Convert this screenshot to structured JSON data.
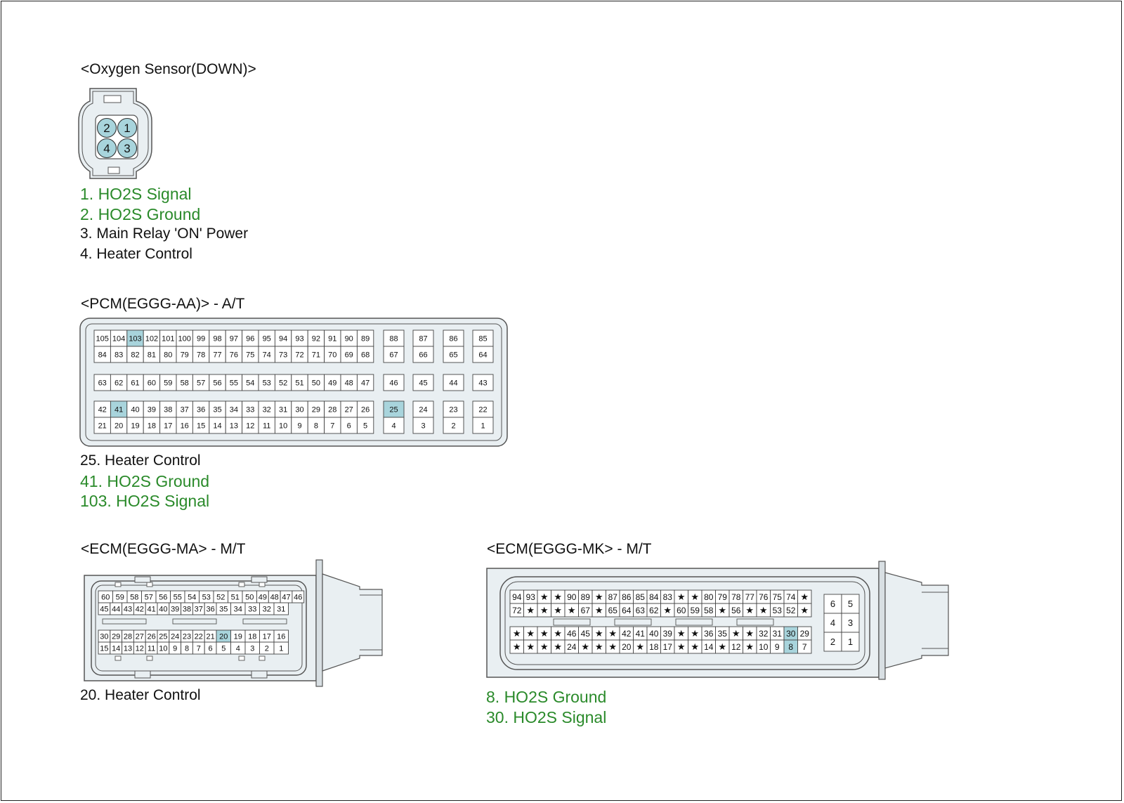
{
  "colors": {
    "highlight": "#a8d4dc",
    "ok_text": "#2a8a2a",
    "body_fill": "#e9eff2",
    "outline": "#555555"
  },
  "oxygen_sensor": {
    "title": "<Oxygen Sensor(DOWN)>",
    "pins": [
      "2",
      "1",
      "4",
      "3"
    ],
    "legend": [
      {
        "text": "1. HO2S Signal",
        "color": "green"
      },
      {
        "text": "2. HO2S Ground",
        "color": "green"
      },
      {
        "text": "3. Main Relay 'ON' Power",
        "color": "black"
      },
      {
        "text": "4. Heater Control",
        "color": "black"
      }
    ]
  },
  "pcm": {
    "title": "<PCM(EGGG-AA)> - A/T",
    "highlighted": [
      "103",
      "41",
      "25"
    ],
    "legend": [
      {
        "text": "25. Heater Control",
        "color": "black"
      },
      {
        "text": "41. HO2S Ground",
        "color": "green"
      },
      {
        "text": "103. HO2S Signal",
        "color": "green"
      }
    ]
  },
  "ecm_ma": {
    "title": "<ECM(EGGG-MA> - M/T",
    "highlighted": [
      "20"
    ],
    "legend": [
      {
        "text": "20. Heater Control",
        "color": "black"
      }
    ]
  },
  "ecm_mk": {
    "title": "<ECM(EGGG-MK> - M/T",
    "highlighted": [
      "30",
      "8"
    ],
    "blank_pin_symbol": "★",
    "legend": [
      {
        "text": "8. HO2S Ground",
        "color": "green"
      },
      {
        "text": "30. HO2S Signal",
        "color": "green"
      }
    ]
  }
}
